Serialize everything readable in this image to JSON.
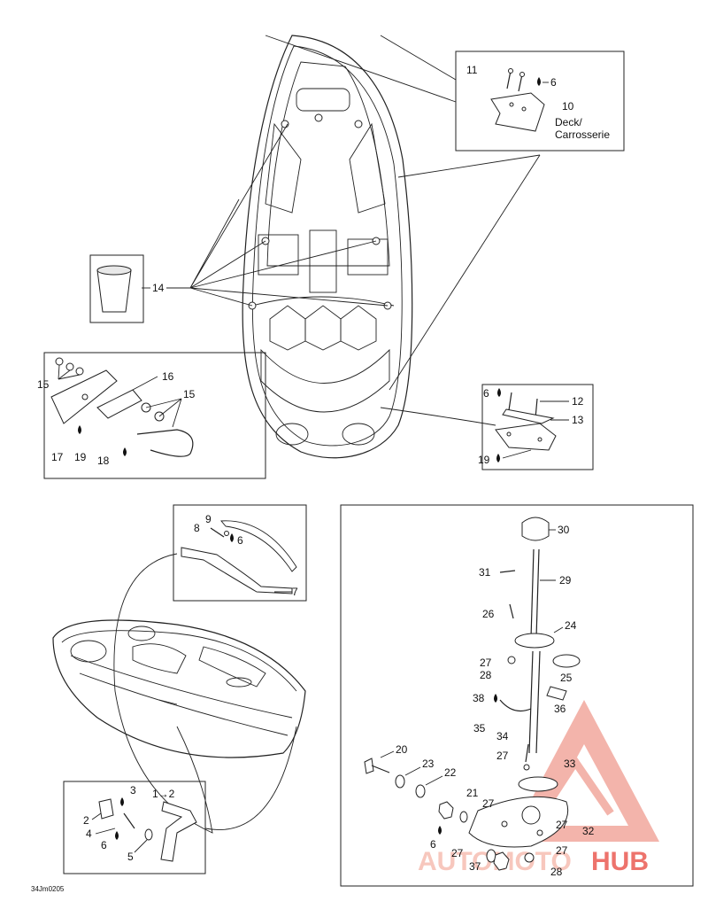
{
  "callouts": {
    "c1to2": "1→2",
    "c2": "2",
    "c3": "3",
    "c4": "4",
    "c5": "5",
    "c6": "6",
    "c7": "7",
    "c8": "8",
    "c9": "9",
    "c10": "10",
    "c11": "11",
    "c12": "12",
    "c13": "13",
    "c14": "14",
    "c15": "15",
    "c16": "16",
    "c17": "17",
    "c18": "18",
    "c19": "19",
    "c20": "20",
    "c21": "21",
    "c22": "22",
    "c23": "23",
    "c24": "24",
    "c25": "25",
    "c26": "26",
    "c27": "27",
    "c28": "28",
    "c29": "29",
    "c30": "30",
    "c31": "31",
    "c32": "32",
    "c33": "33",
    "c34": "34",
    "c35": "35",
    "c36": "36",
    "c37": "37",
    "c38": "38"
  },
  "deck_label_line1": "Deck/",
  "deck_label_line2": "Carrosserie",
  "figure_code": "34Jm0205",
  "watermark": {
    "part1": "AUTOMOTO",
    "part2": "HUB",
    "color1": "#f5b5a8",
    "color2": "#e8453c"
  }
}
